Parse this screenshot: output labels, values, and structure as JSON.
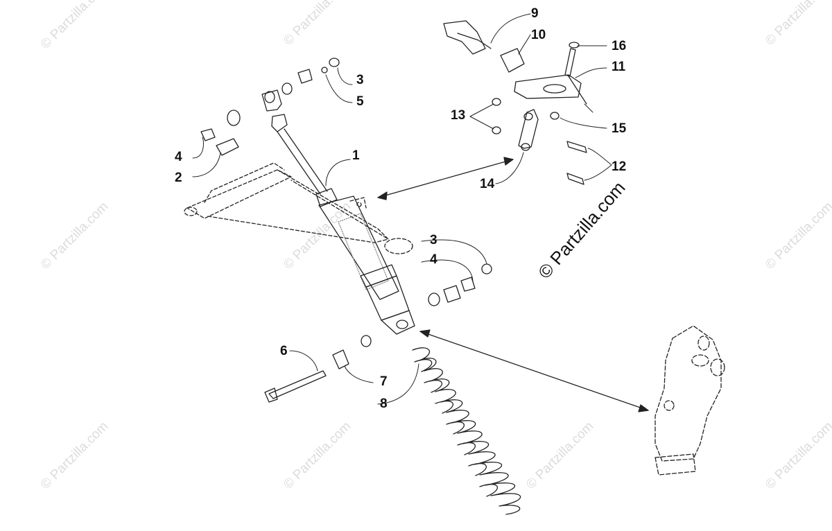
{
  "copyright_label": "© Partzilla.com",
  "watermark_label": "© Partzilla.com",
  "callouts": {
    "c1": "1",
    "c2": "2",
    "c3a": "3",
    "c3b": "3",
    "c4a": "4",
    "c4b": "4",
    "c5": "5",
    "c6": "6",
    "c7": "7",
    "c8": "8",
    "c9": "9",
    "c10": "10",
    "c11": "11",
    "c12": "12",
    "c13": "13",
    "c14": "14",
    "c15": "15",
    "c16": "16"
  },
  "colors": {
    "line": "#222222",
    "watermark": "#dcdcdc",
    "label": "#111111"
  }
}
